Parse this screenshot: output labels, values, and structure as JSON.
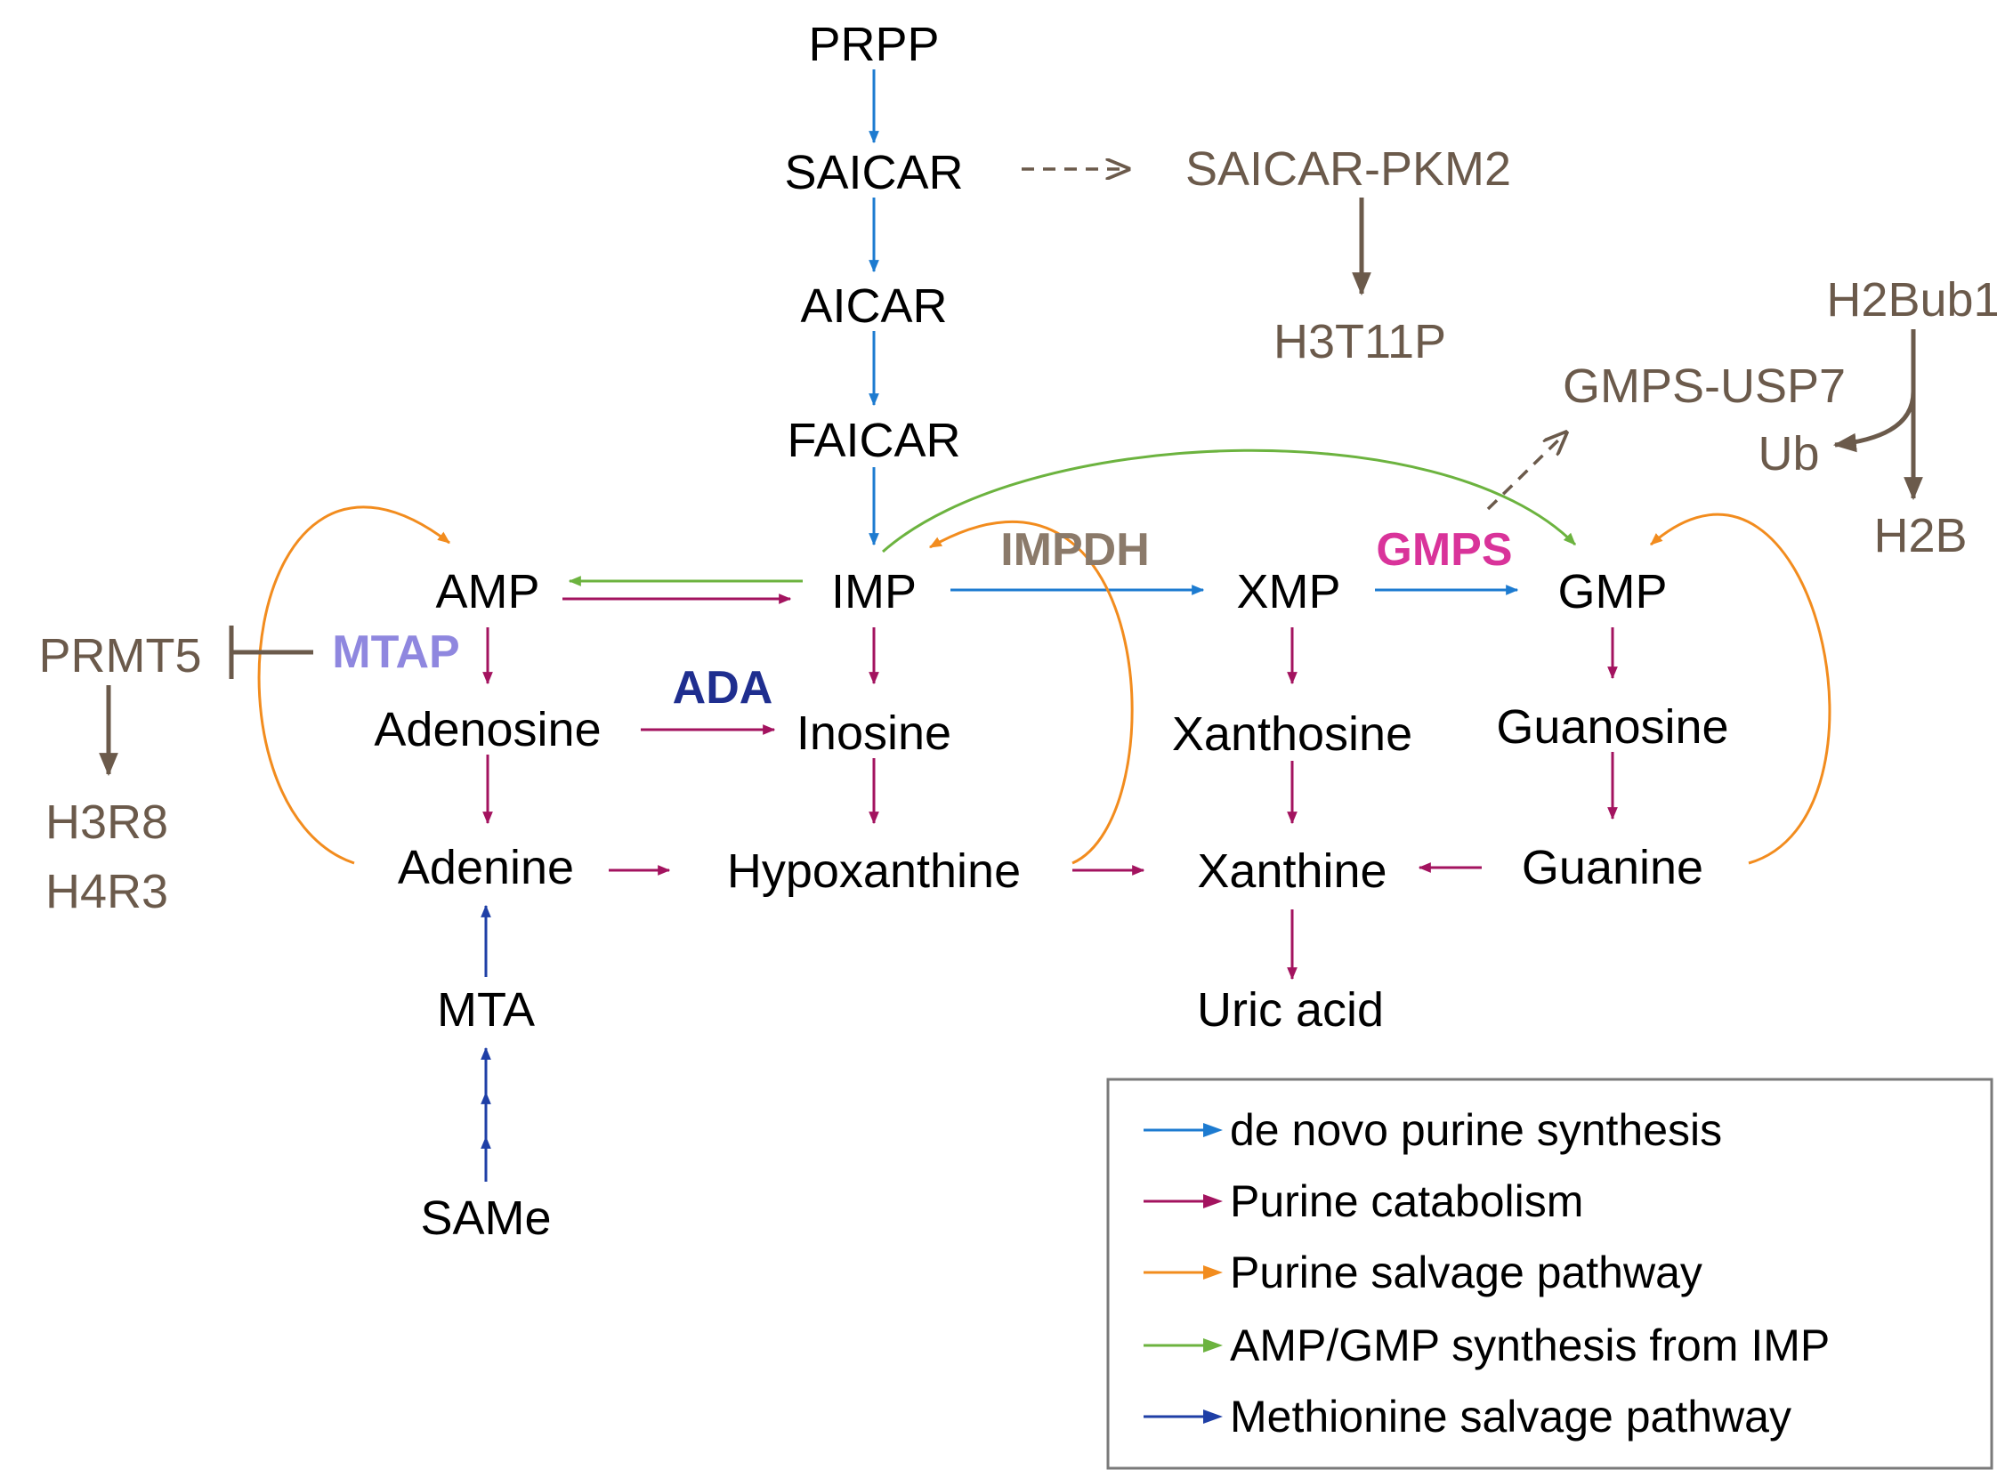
{
  "colors": {
    "denovo": "#1d7bd0",
    "catabolism": "#a3135f",
    "salvage": "#f28c1e",
    "synthesis": "#6cb33f",
    "methionine": "#1f3fa6",
    "regulatory": "#6b5a4b",
    "ada": "#1f2e8f",
    "mtap": "#8f87df",
    "gmps": "#d9339a",
    "impdh": "#8b7a6a"
  },
  "nodes": {
    "prpp": "PRPP",
    "saicar": "SAICAR",
    "aicar": "AICAR",
    "faicar": "FAICAR",
    "imp": "IMP",
    "amp": "AMP",
    "xmp": "XMP",
    "gmp": "GMP",
    "adenosine": "Adenosine",
    "inosine": "Inosine",
    "xanthosine": "Xanthosine",
    "guanosine": "Guanosine",
    "adenine": "Adenine",
    "hypoxanthine": "Hypoxanthine",
    "xanthine": "Xanthine",
    "guanine": "Guanine",
    "uric_acid": "Uric acid",
    "mta": "MTA",
    "same": "SAMe"
  },
  "regulatory": {
    "saicar_pkm2": "SAICAR-PKM2",
    "h3t11p": "H3T11P",
    "gmps_usp7": "GMPS-USP7",
    "h2bub1": "H2Bub1",
    "ub": "Ub",
    "h2b": "H2B",
    "prmt5": "PRMT5",
    "h3r8": "H3R8",
    "h4r3": "H4R3"
  },
  "enzymes": {
    "impdh": "IMPDH",
    "gmps": "GMPS",
    "mtap": "MTAP",
    "ada": "ADA"
  },
  "legend": [
    {
      "label": "de novo purine synthesis",
      "color": "#1d7bd0"
    },
    {
      "label": "Purine catabolism",
      "color": "#a3135f"
    },
    {
      "label": "Purine salvage pathway",
      "color": "#f28c1e"
    },
    {
      "label": "AMP/GMP synthesis from IMP",
      "color": "#6cb33f"
    },
    {
      "label": "Methionine salvage pathway",
      "color": "#1f3fa6"
    }
  ]
}
